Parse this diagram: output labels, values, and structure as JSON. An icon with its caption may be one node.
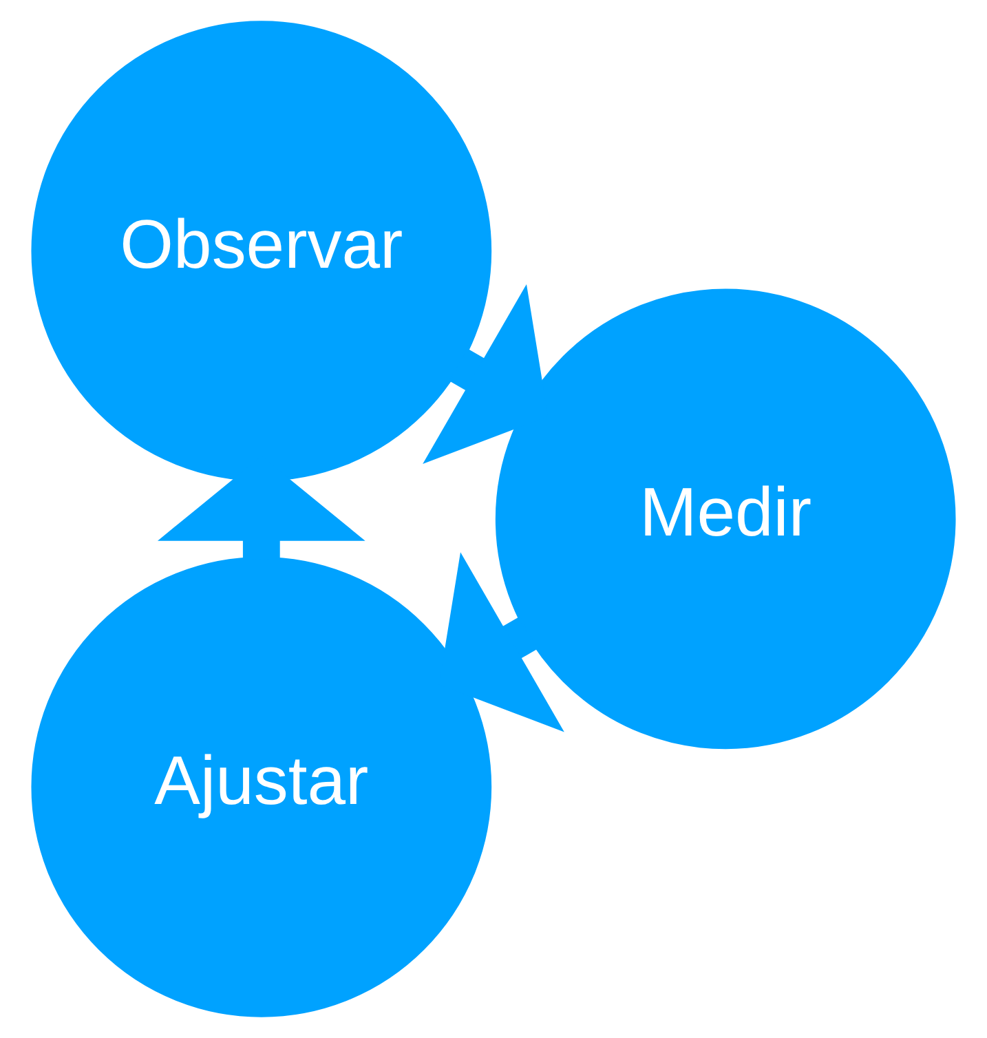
{
  "diagram": {
    "nodes": [
      {
        "text": [
          "Ajustar"
        ]
      },
      {
        "text": [
          "Observar"
        ]
      },
      {
        "text": [
          "Medir"
        ]
      }
    ],
    "edges": [
      {
        "from": 0,
        "to": 1,
        "arrow": "to"
      },
      {
        "from": 1,
        "to": 2,
        "arrow": "to"
      },
      {
        "from": 2,
        "to": 0,
        "arrow": "to"
      }
    ]
  }
}
